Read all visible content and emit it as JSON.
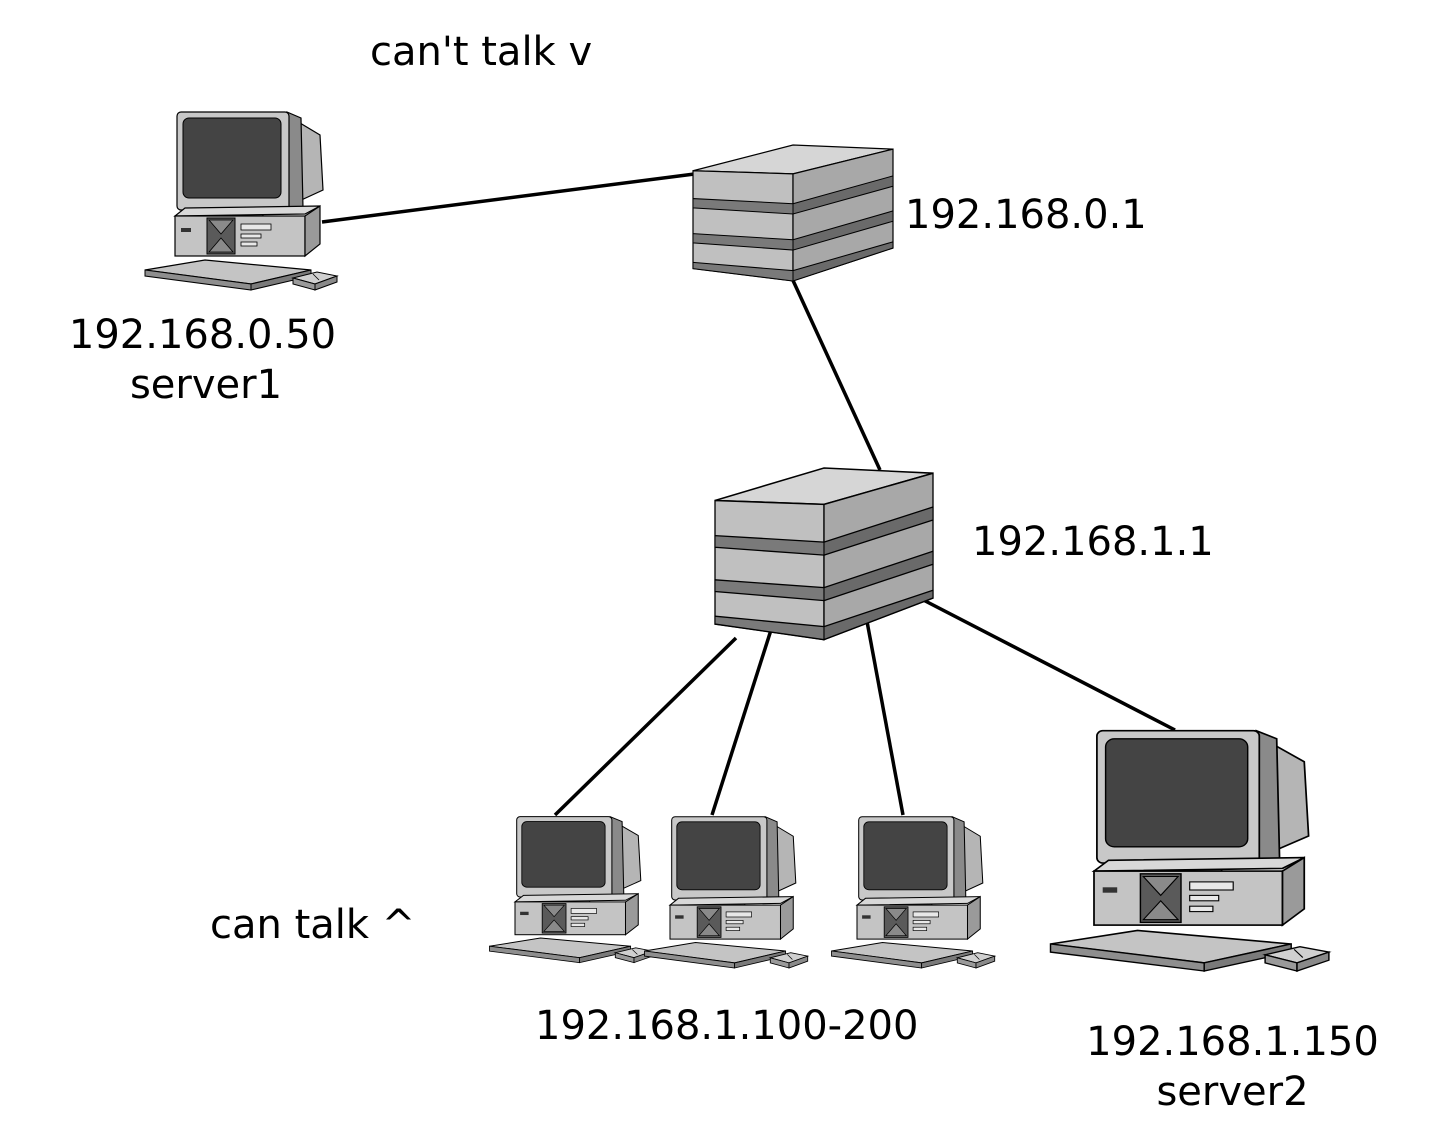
{
  "annotations": {
    "cant_talk": "can't talk v",
    "can_talk": "can talk ^"
  },
  "nodes": {
    "server1": {
      "ip": "192.168.0.50",
      "name": "server1",
      "icon": "desktop-computer-icon"
    },
    "router_top": {
      "ip": "192.168.0.1",
      "icon": "router-icon"
    },
    "router_mid": {
      "ip": "192.168.1.1",
      "icon": "router-icon"
    },
    "clients": {
      "ip_range": "192.168.1.100-200",
      "count": 3,
      "icon": "desktop-computer-icon"
    },
    "server2": {
      "ip": "192.168.1.150",
      "name": "server2",
      "icon": "desktop-computer-icon"
    }
  },
  "links": [
    [
      "server1",
      "router_top"
    ],
    [
      "router_top",
      "router_mid"
    ],
    [
      "router_mid",
      "client_1"
    ],
    [
      "router_mid",
      "client_2"
    ],
    [
      "router_mid",
      "client_3"
    ],
    [
      "router_mid",
      "server2"
    ]
  ],
  "colors": {
    "screen": "#444444",
    "case_light": "#c0c0c0",
    "case_mid": "#9a9a9a",
    "case_dark": "#6e6e6e",
    "line": "#000000"
  }
}
